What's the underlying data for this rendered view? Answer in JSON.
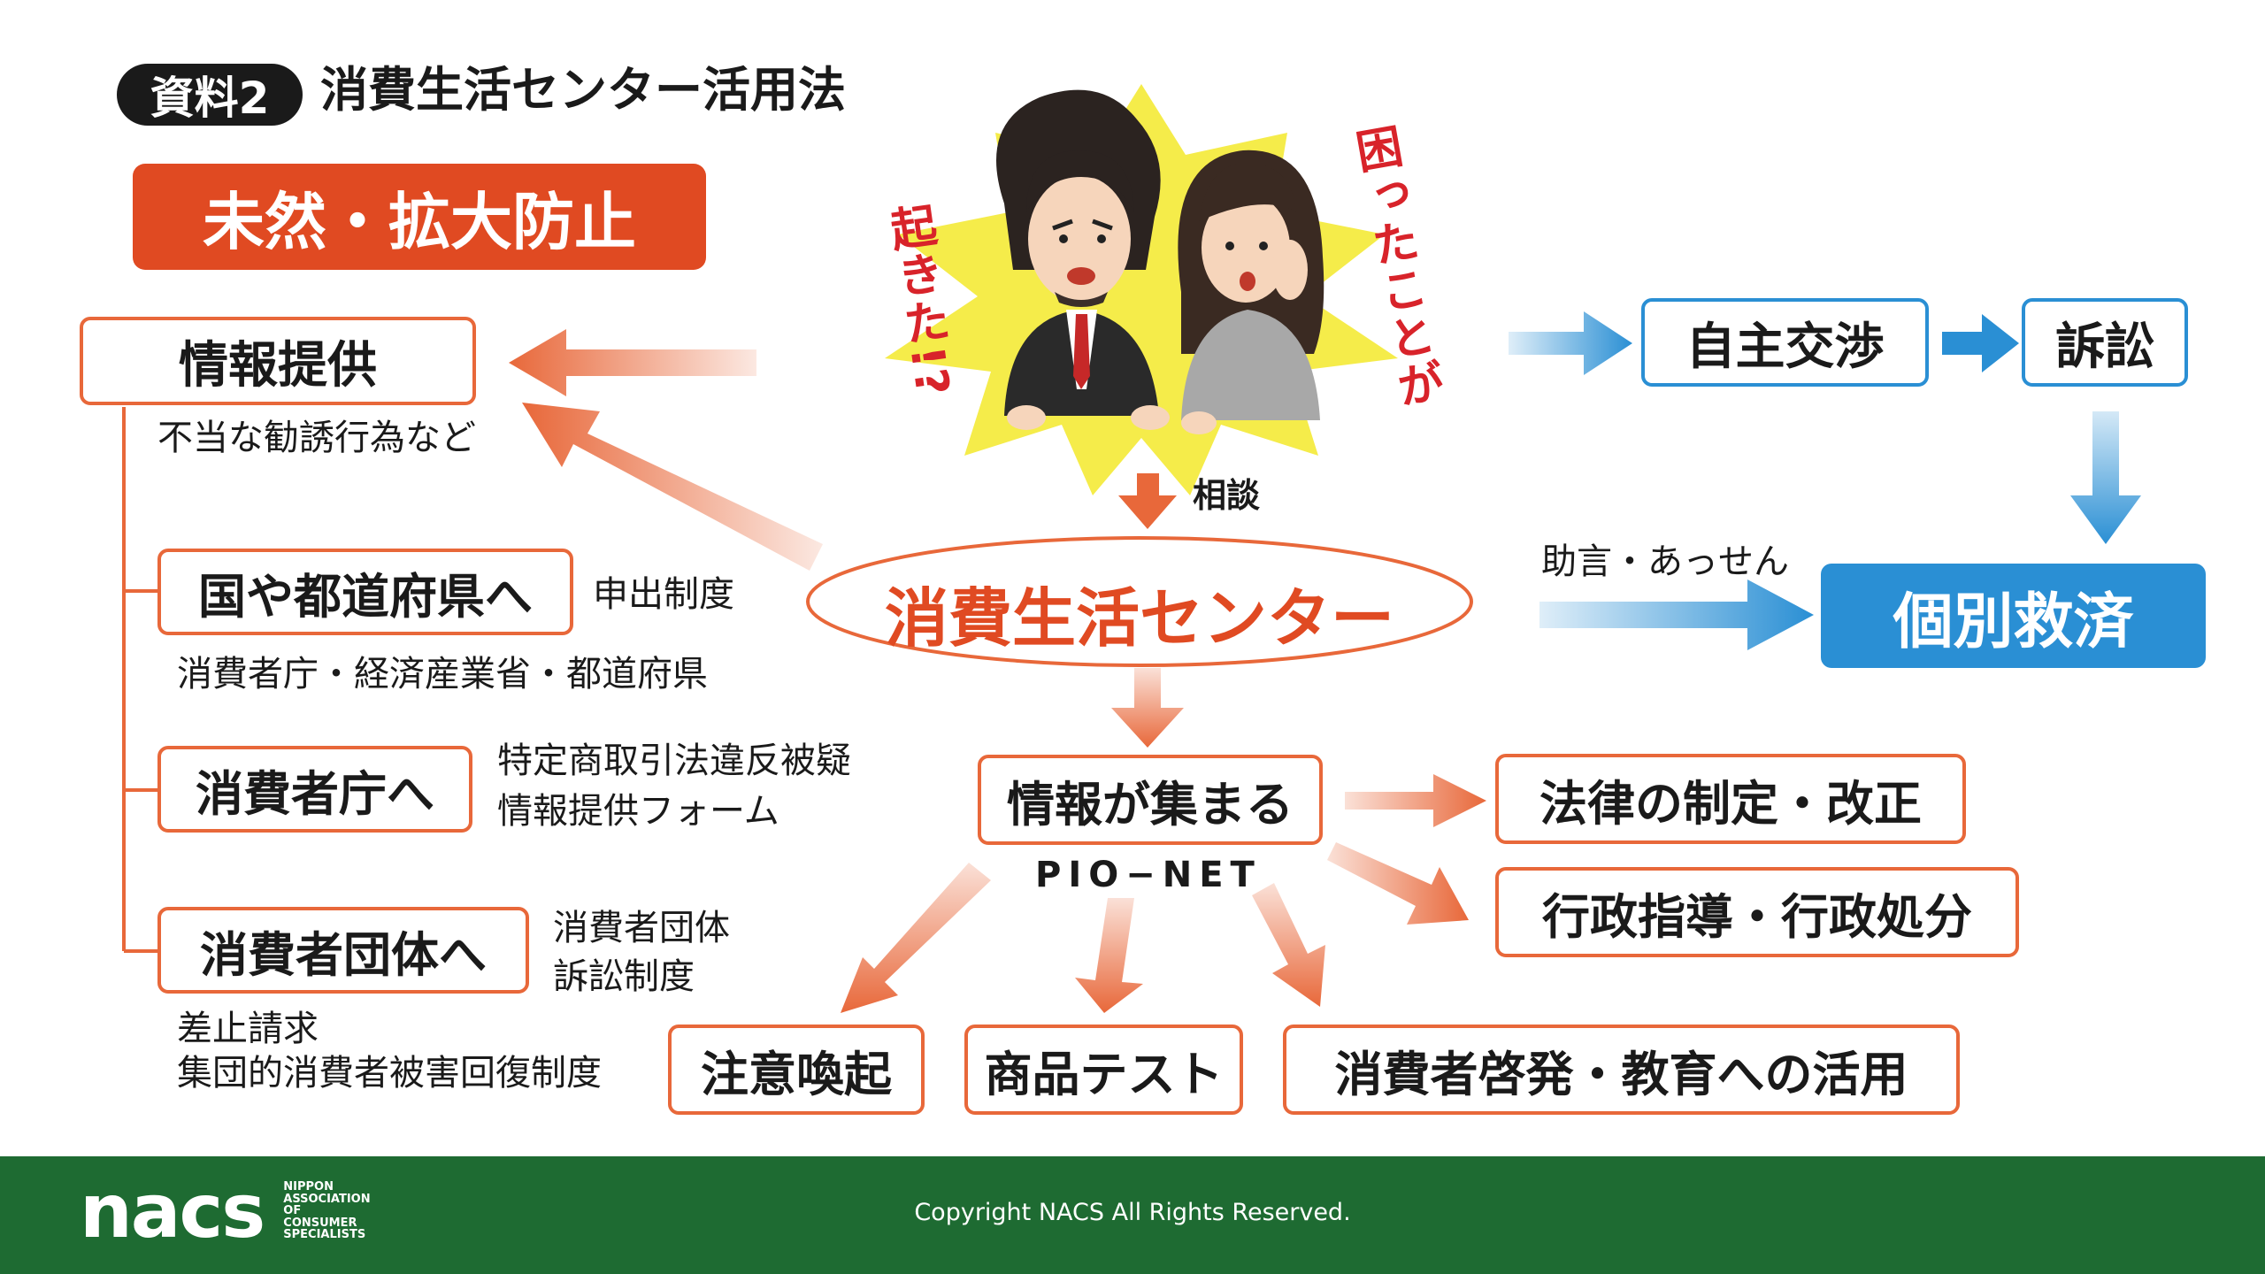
{
  "header": {
    "badge": "資料2",
    "title": "消費生活センター活用法"
  },
  "banner": "未然・拡大防止",
  "left": {
    "info_box": "情報提供",
    "info_note": "不当な勧誘行為など",
    "gov_box": "国や都道府県へ",
    "gov_side": "申出制度",
    "gov_note": "消費者庁・経済産業省・都道府県",
    "agency_box": "消費者庁へ",
    "agency_side_1": "特定商取引法違反被疑",
    "agency_side_2": "情報提供フォーム",
    "group_box": "消費者団体へ",
    "group_side_1": "消費者団体",
    "group_side_2": "訴訟制度",
    "group_note_1": "差止請求",
    "group_note_2": "集団的消費者被害回復制度"
  },
  "burst": {
    "left_text": "起きた!?",
    "right_text": "困ったことが"
  },
  "center": {
    "consult_label": "相談",
    "center_name": "消費生活センター",
    "info_gather": "情報が集まる",
    "pionet": "PIO−NET"
  },
  "right": {
    "negotiation": "自主交渉",
    "lawsuit": "訴訟",
    "advice_label": "助言・あっせん",
    "relief": "個別救済",
    "law": "法律の制定・改正",
    "admin": "行政指導・行政処分"
  },
  "bottom": {
    "warning": "注意喚起",
    "product_test": "商品テスト",
    "education": "消費者啓発・教育への活用"
  },
  "footer": {
    "logo": "nacs",
    "logo_sub_1": "NIPPON",
    "logo_sub_2": "ASSOCIATION",
    "logo_sub_3": "OF",
    "logo_sub_4": "CONSUMER",
    "logo_sub_5": "SPECIALISTS",
    "copyright": "Copyright NACS All Rights Reserved."
  },
  "colors": {
    "orange": "#e8683a",
    "banner_red": "#e04a22",
    "blue": "#2a8fd4",
    "burst_yellow": "#f5ec4a",
    "footer_green": "#1e6b32"
  }
}
